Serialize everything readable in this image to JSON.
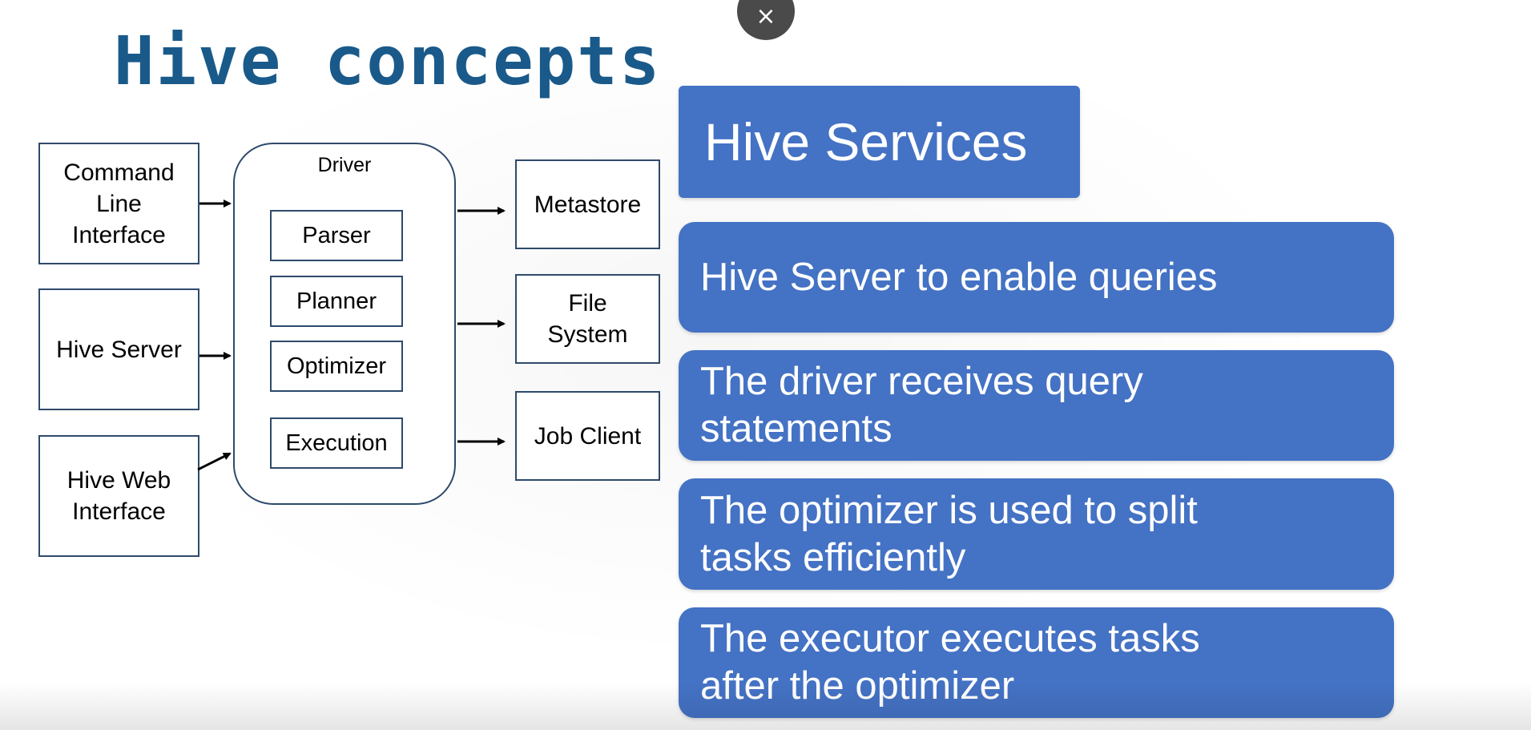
{
  "title": "Hive concepts",
  "close_icon": "×",
  "clients": [
    {
      "label": "Command\nLine\nInterface"
    },
    {
      "label": "Hive Server"
    },
    {
      "label": "Hive Web\nInterface"
    }
  ],
  "driver": {
    "label": "Driver",
    "components": [
      "Parser",
      "Planner",
      "Optimizer",
      "Execution"
    ]
  },
  "backends": [
    {
      "label": "Metastore"
    },
    {
      "label": "File\nSystem"
    },
    {
      "label": "Job Client"
    }
  ],
  "services": {
    "header": "Hive Services",
    "items": [
      "Hive Server to enable queries",
      "The driver receives query\nstatements",
      "The optimizer is used to split\ntasks efficiently",
      "The executor executes tasks\nafter the optimizer"
    ]
  },
  "colors": {
    "title": "#1a5a8a",
    "service_fill": "#4472c4",
    "box_border": "#2e4a6b"
  }
}
